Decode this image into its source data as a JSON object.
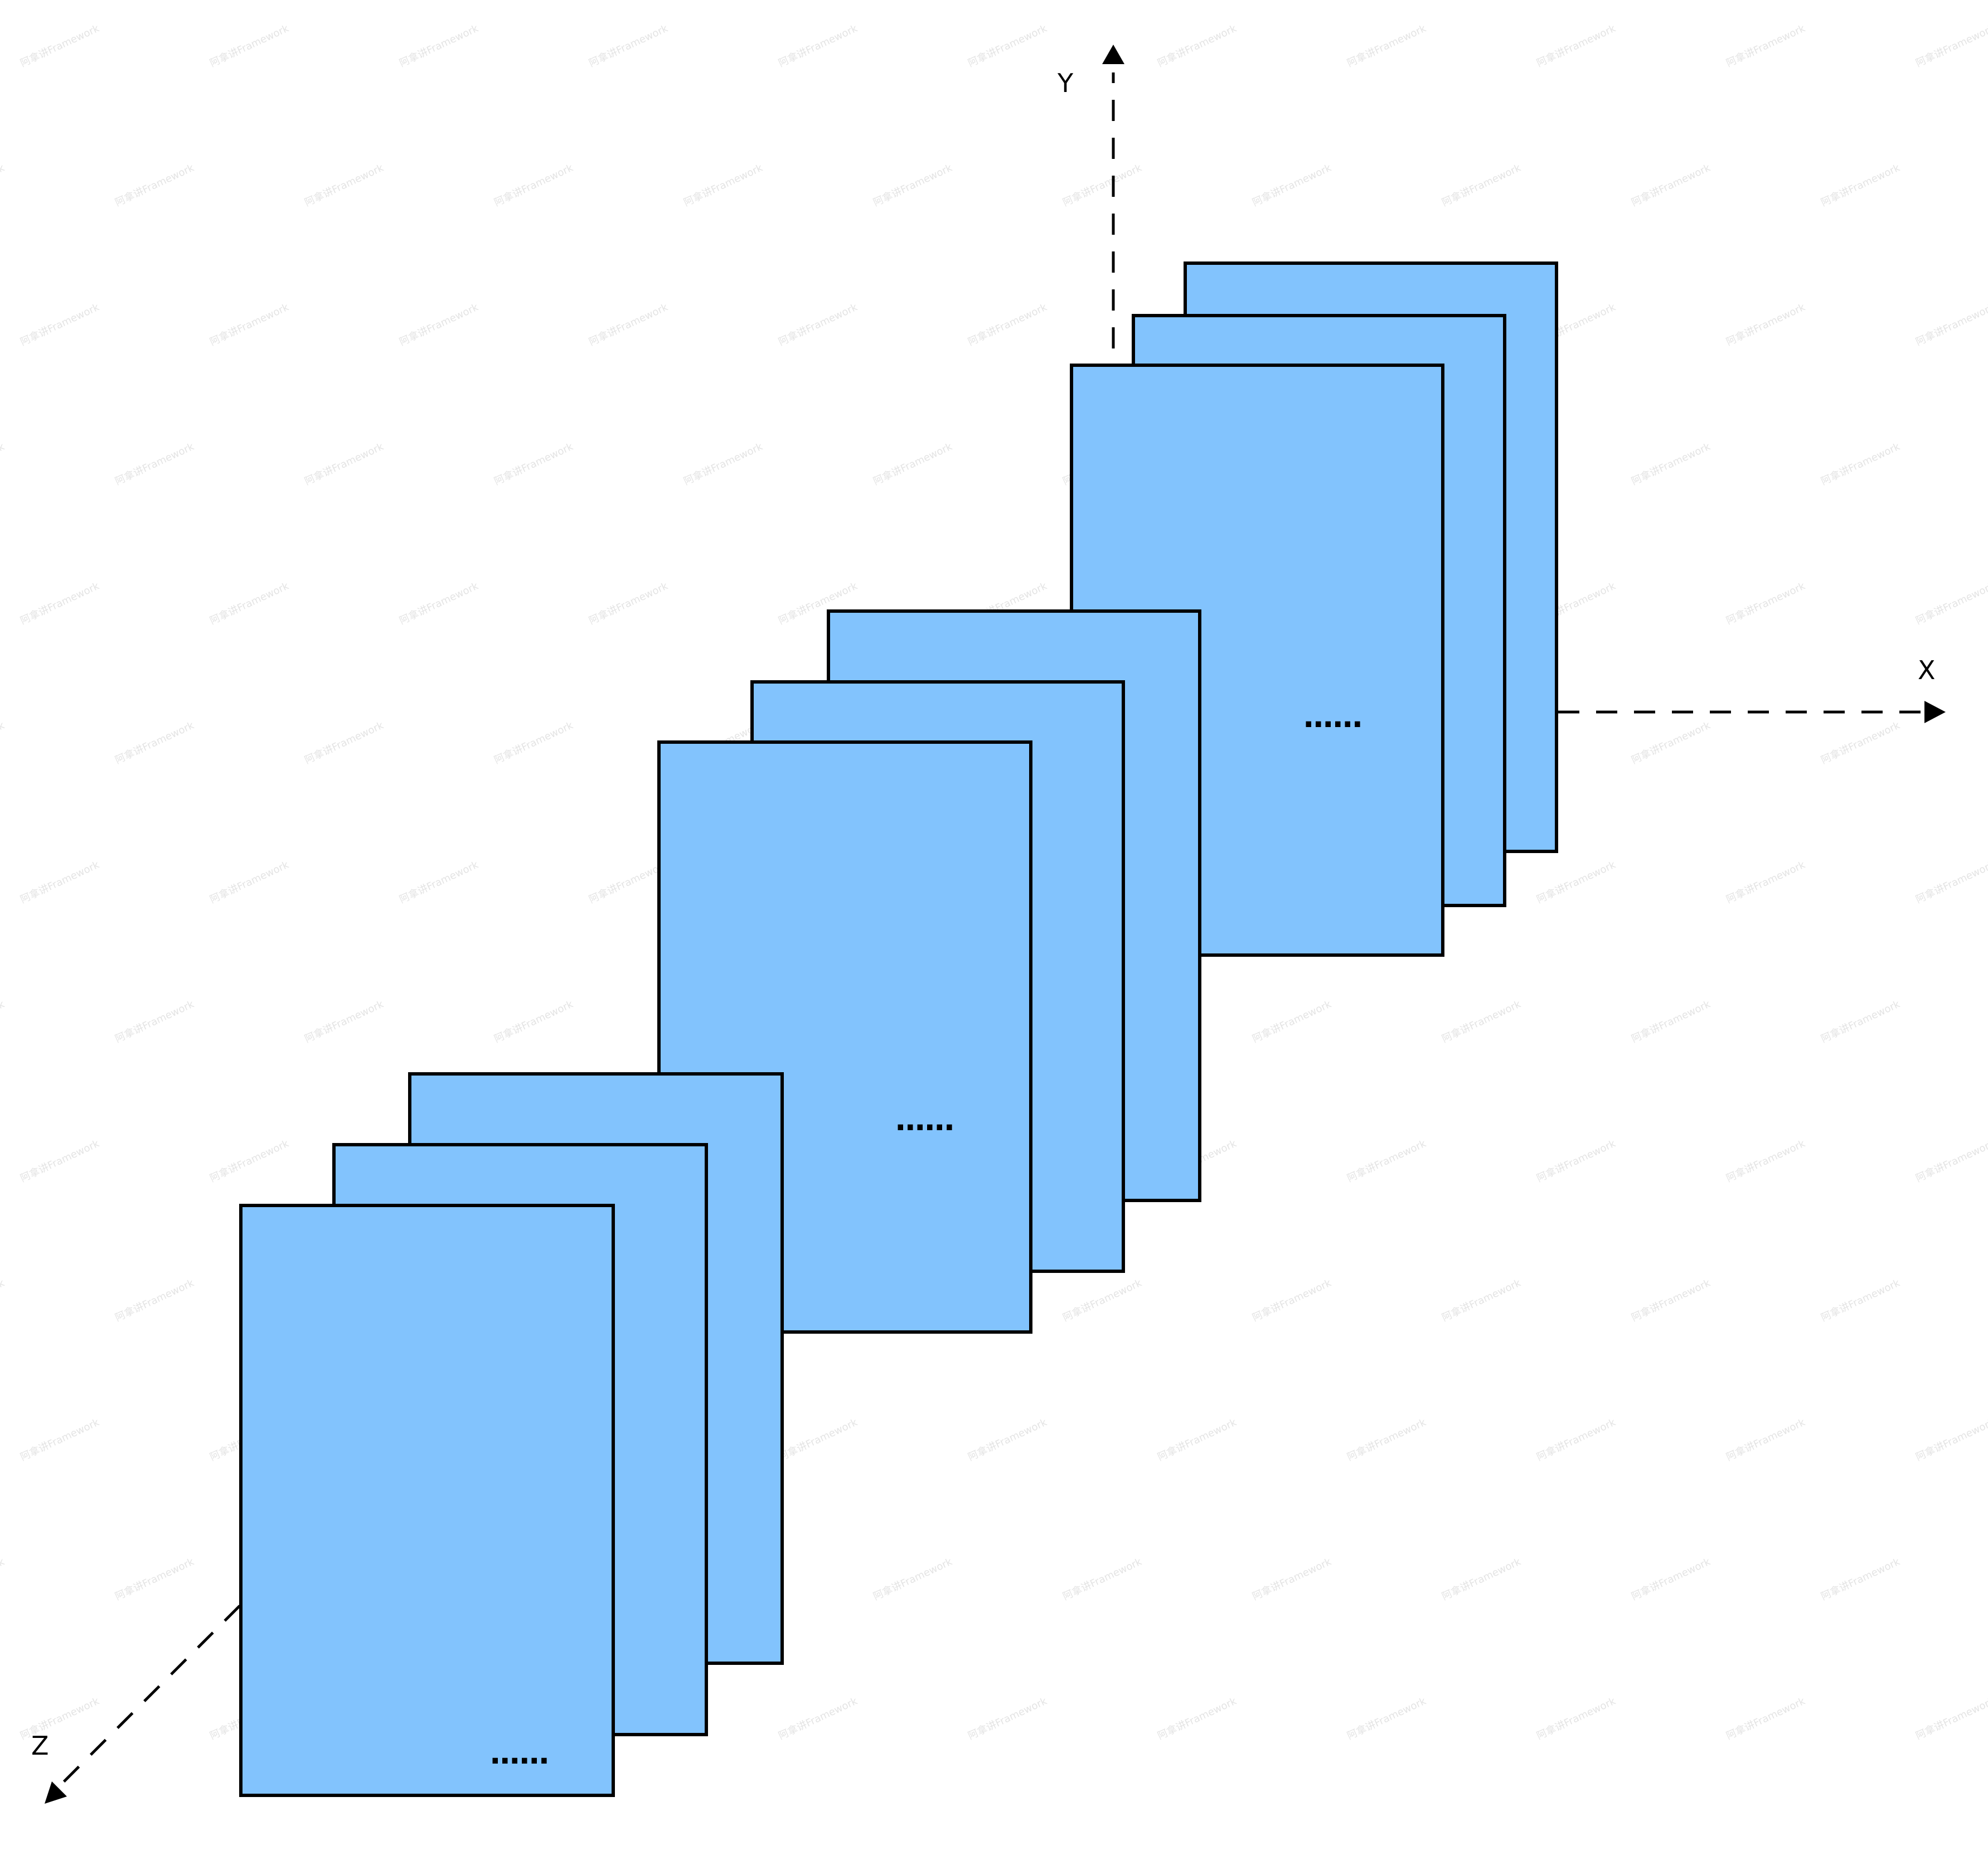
{
  "diagram": {
    "axes": {
      "x_label": "X",
      "y_label": "Y",
      "z_label": "Z"
    },
    "groups": [
      {
        "ellipsis": "......"
      },
      {
        "ellipsis": "......"
      },
      {
        "ellipsis": "......"
      }
    ],
    "watermark": "阿拿讲Framework"
  },
  "colors": {
    "panel_fill": "#82C3FD",
    "panel_stroke": "#000000",
    "axis": "#000000"
  }
}
